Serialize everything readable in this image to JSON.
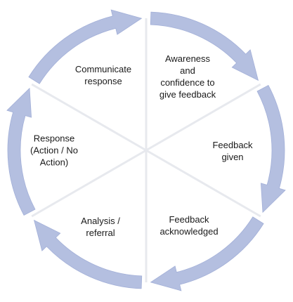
{
  "diagram": {
    "stages": [
      {
        "label": "Awareness and confidence to give feedback",
        "lines": [
          "Awareness",
          "and",
          "confidence to",
          "give feedback"
        ]
      },
      {
        "label": "Feedback given",
        "lines": [
          "Feedback",
          "given"
        ]
      },
      {
        "label": "Feedback acknowledged",
        "lines": [
          "Feedback",
          "acknowledged"
        ]
      },
      {
        "label": "Analysis / referral",
        "lines": [
          "Analysis /",
          "referral"
        ]
      },
      {
        "label": "Response (Action / No Action)",
        "lines": [
          "Response",
          "(Action / No",
          "Action)"
        ]
      },
      {
        "label": "Communicate response",
        "lines": [
          "Communicate",
          "response"
        ]
      }
    ],
    "colors": {
      "ring": "#b4bfe0",
      "ring_edge": "#a3b0d8",
      "divider": "#e7e9ee",
      "background": "#ffffff",
      "text": "#1a1a1a"
    }
  }
}
